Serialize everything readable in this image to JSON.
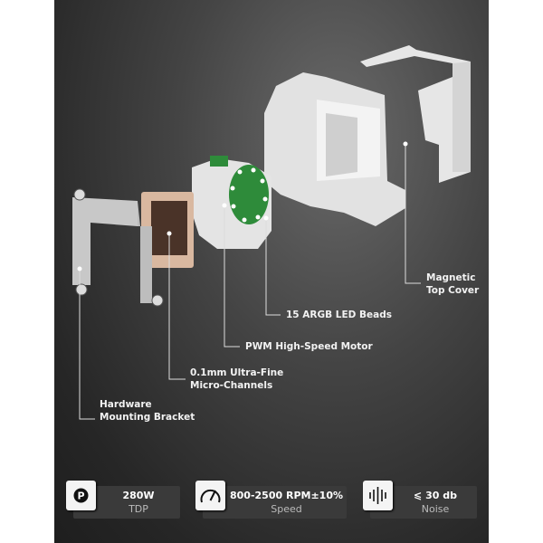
{
  "callouts": [
    {
      "line1": "Magnetic",
      "line2": "Top Cover"
    },
    {
      "line1": "15 ARGB LED Beads"
    },
    {
      "line1": "PWM High-Speed Motor"
    },
    {
      "line1": "0.1mm Ultra-Fine",
      "line2": "Micro-Channels"
    },
    {
      "line1": "Hardware",
      "line2": "Mounting Bracket"
    }
  ],
  "specs": [
    {
      "icon": "power-p-icon",
      "value": "280W",
      "label": "TDP"
    },
    {
      "icon": "speedometer-icon",
      "value": "800-2500 RPM±10%",
      "label": "Speed"
    },
    {
      "icon": "sound-wave-icon",
      "value": "⩽ 30 db",
      "label": "Noise"
    }
  ]
}
